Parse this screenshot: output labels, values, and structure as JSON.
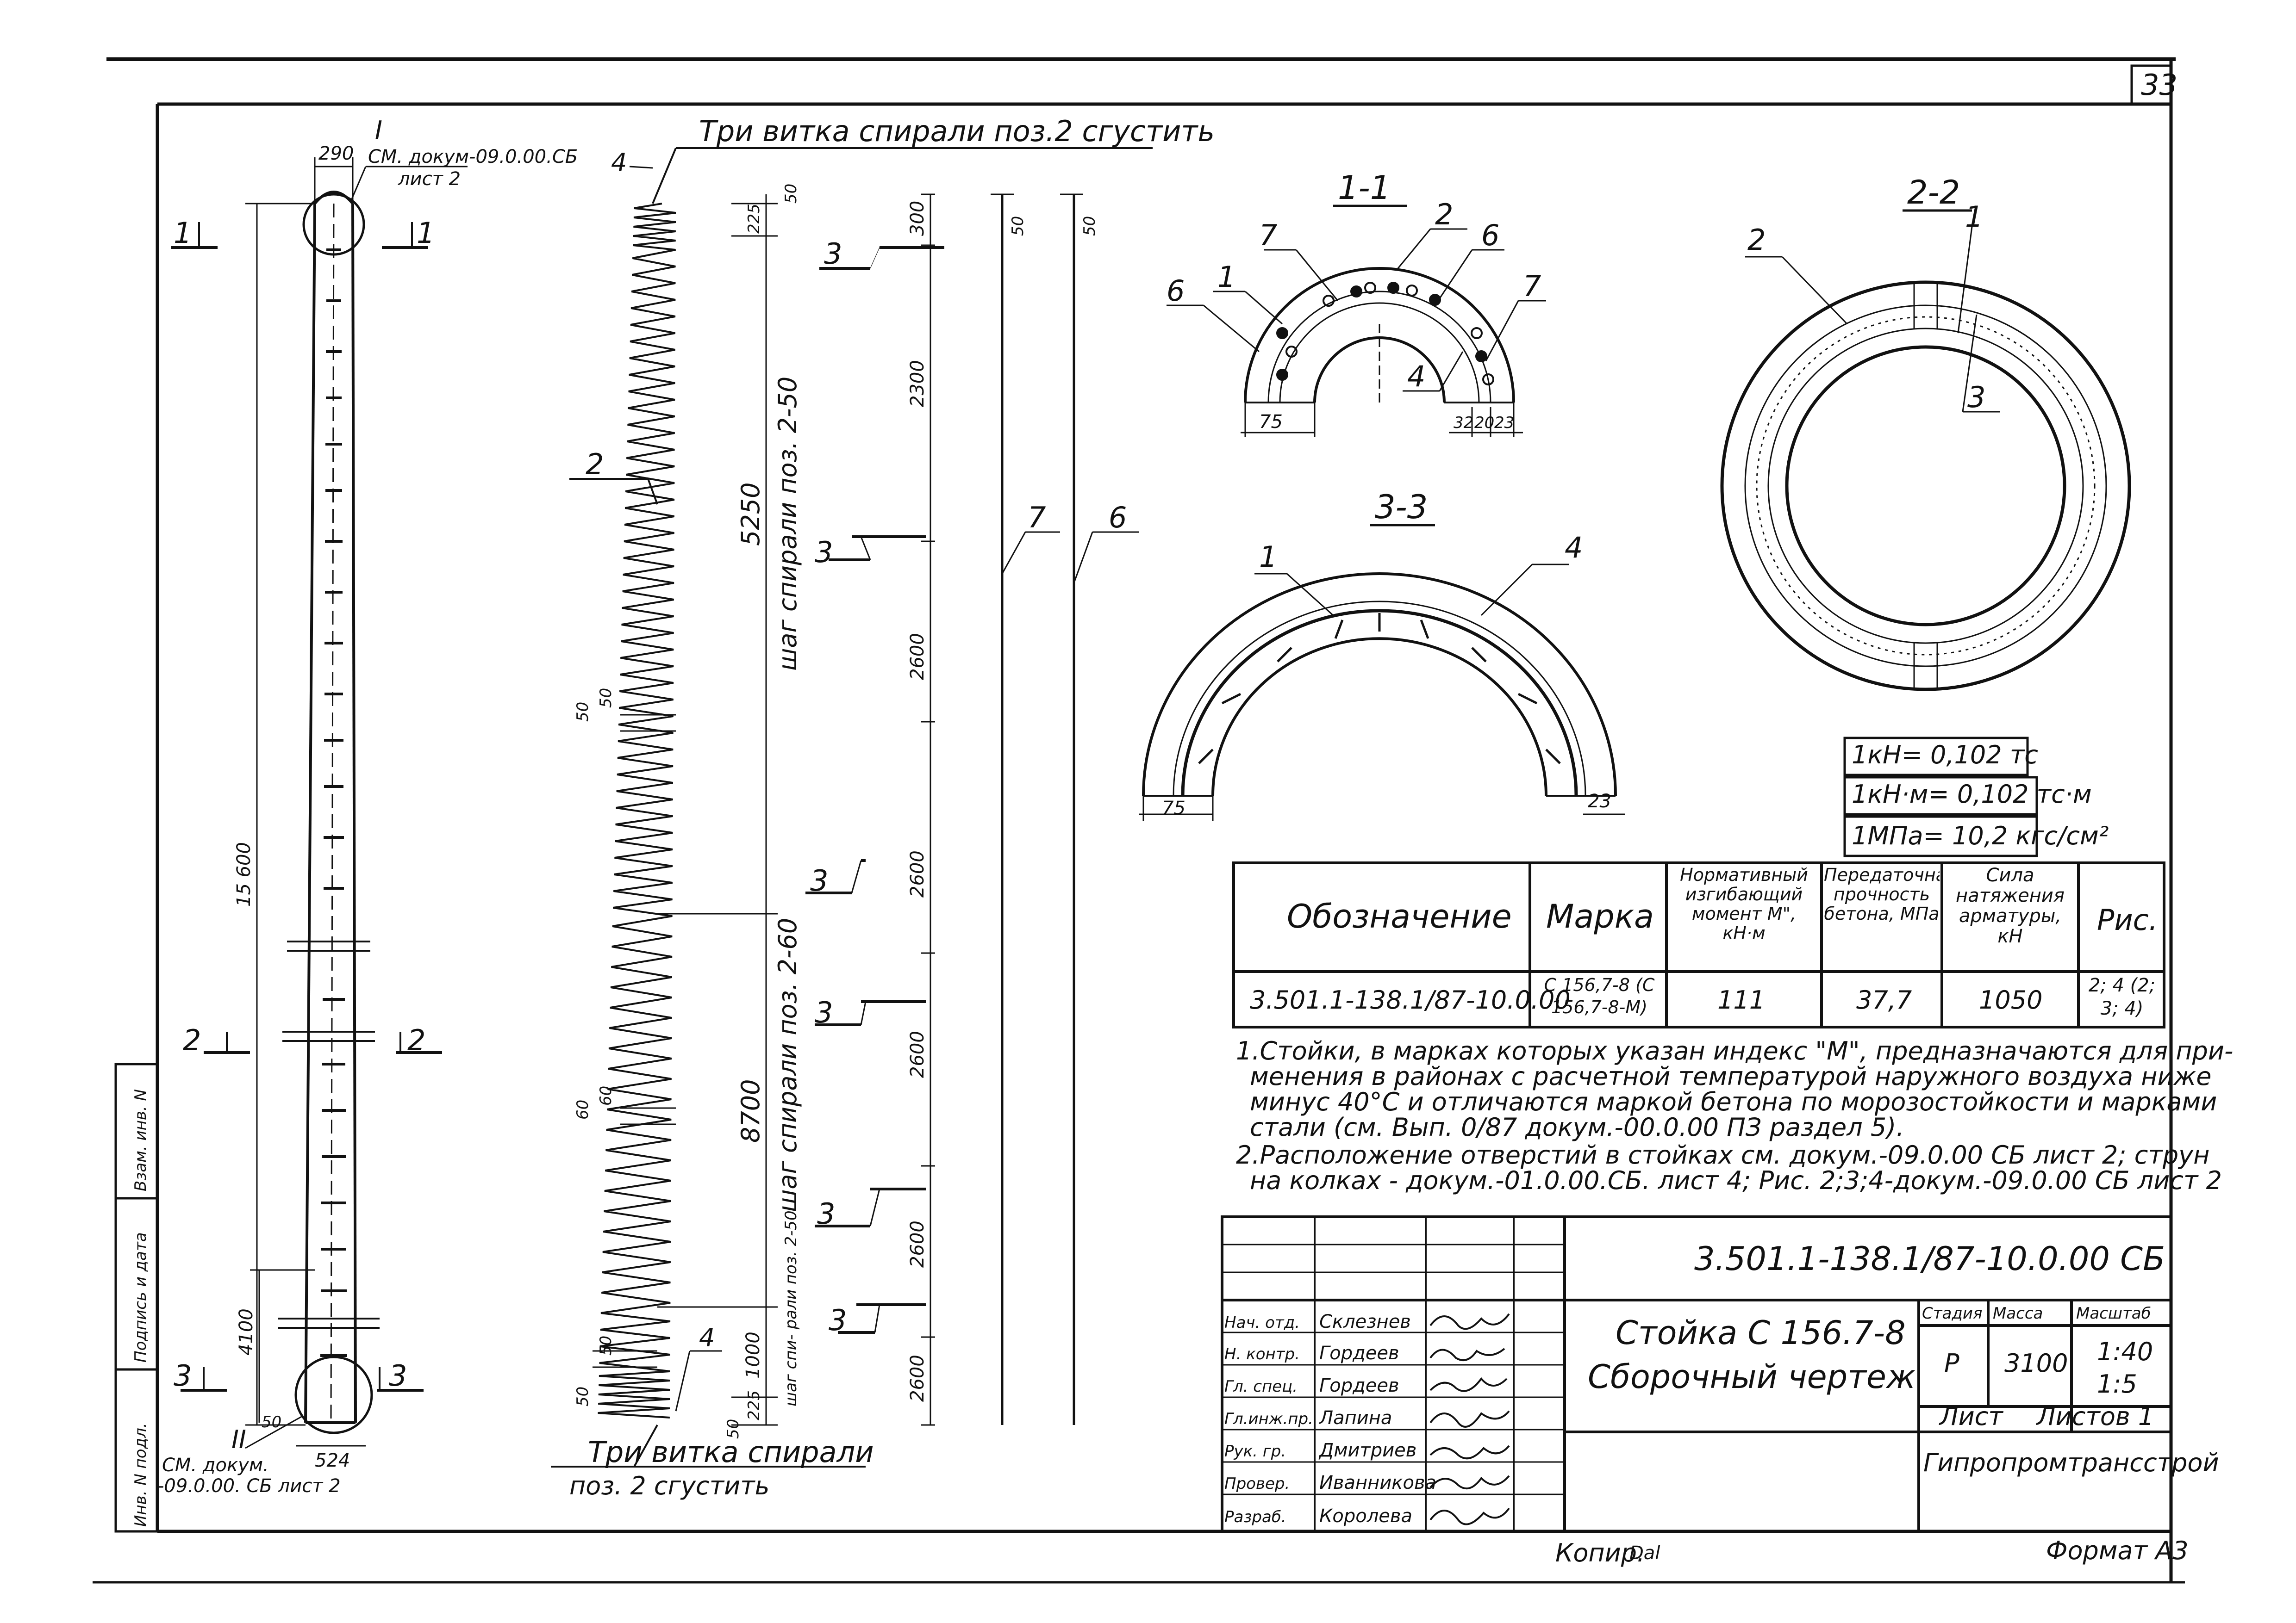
{
  "sheet": {
    "number": "33",
    "format_label": "Формат А3",
    "copy_label": "Копир.",
    "copy_signature": "Dal"
  },
  "side_stamp": {
    "inv_no_orig": "Инв. N подл.",
    "sign_date": "Подпись и дата",
    "replace_inv": "Взам. инв. N"
  },
  "column_view": {
    "top_width": "290",
    "bottom_width": "524",
    "total_length": "15 600",
    "lower_length": "4100",
    "bottom_offset": "50",
    "node_top": "I",
    "node_top_ref": "СМ. докум-09.0.00.СБ",
    "node_top_sheet": "лист 2",
    "node_bottom": "II",
    "node_bottom_ref": "СМ. докум.",
    "node_bottom_ref2": "-09.0.00. СБ  лист 2",
    "section_1": "1",
    "section_2": "2",
    "section_3": "3",
    "leader_4": "4"
  },
  "spiral": {
    "note_top": "Три витка спирали поз.2 сгустить",
    "note_bottom": "Три витка спирали",
    "note_bottom2": "поз. 2 сгустить",
    "label_2": "2",
    "label_4": "4",
    "dim_50a": "50",
    "dim_225a": "225",
    "dim_5250": "5250",
    "pitch_top": "шаг спирали поз. 2-50",
    "dim_8700": "8700",
    "pitch_mid": "шаг спирали поз. 2-60",
    "dim_1000": "1000",
    "pitch_bot": "шаг спи- рали поз. 2-50",
    "dim_225b": "225",
    "dim_50b": "50",
    "mark_50a": "50",
    "mark_50b": "50",
    "mark_60a": "60",
    "mark_60b": "60",
    "mark_50c": "50",
    "mark_50d": "50"
  },
  "rebar": {
    "labels_3": [
      "3",
      "3",
      "3",
      "3",
      "3",
      "3"
    ],
    "dims": [
      "300",
      "2300",
      "2600",
      "2600",
      "2600",
      "2600",
      "2600"
    ],
    "dim_50_7": "50",
    "dim_50_6": "50",
    "label_7": "7",
    "label_6": "6"
  },
  "section_11": {
    "title": "1-1",
    "labels": [
      "7",
      "2",
      "6",
      "1",
      "6",
      "4",
      "7"
    ],
    "dim_75": "75",
    "dim_32": "32",
    "dim_20": "20",
    "dim_23": "23"
  },
  "section_22": {
    "title": "2-2",
    "labels": [
      "2",
      "1",
      "3"
    ]
  },
  "section_33": {
    "title": "3-3",
    "labels": [
      "1",
      "4"
    ],
    "dim_75": "75",
    "dim_23": "23"
  },
  "units": [
    "1кН= 0,102 тс",
    "1кН·м= 0,102 тс·м",
    "1МПа= 10,2 кгс/см²"
  ],
  "spec_table": {
    "headers": [
      "Обозначение",
      "Марка",
      "Нормативный изгибающий момент М\", кН·м",
      "Передаточная прочность бетона, МПа",
      "Сила натяжения арматуры, кН",
      "Рис."
    ],
    "row": [
      "3.501.1-138.1/87-10.0.00",
      "С 156,7-8 (С 156,7-8-М)",
      "111",
      "37,7",
      "1050",
      "2; 4 (2; 3; 4)"
    ]
  },
  "notes": [
    "1.Стойки, в марках которых указан индекс \"М\", предназначаются для при-",
    "менения в районах с расчетной температурой наружного воздуха ниже",
    "минус 40°С и отличаются маркой бетона по морозостойкости и марками",
    "стали (см. Вып. 0/87 докум.-00.0.00 ПЗ раздел 5).",
    "2.Расположение отверстий в стойках см. докум.-09.0.00 СБ лист 2; струн",
    "на колках - докум.-01.0.00.СБ. лист 4; Рис. 2;3;4-докум.-09.0.00 СБ лист 2"
  ],
  "title_block": {
    "doc_code": "3.501.1-138.1/87-10.0.00 СБ",
    "title_line1": "Стойка С 156.7-8",
    "title_line2": "Сборочный чертеж",
    "stage_label": "Стадия",
    "mass_label": "Масса",
    "scale_label": "Масштаб",
    "stage": "Р",
    "mass": "3100",
    "scale1": "1:40",
    "scale2": "1:5",
    "sheet_label": "Лист",
    "sheets_label": "Листов 1",
    "org": "Гипропромтрансстрой",
    "roles": [
      "Нач. отд.",
      "Н. контр.",
      "Гл. спец.",
      "Гл.инж.пр.",
      "Рук. гр.",
      "Провер.",
      "Разраб."
    ],
    "names": [
      "Склезнев",
      "Гордеев",
      "Гордеев",
      "Лапина",
      "Дмитриев",
      "Иванникова",
      "Королева"
    ]
  }
}
